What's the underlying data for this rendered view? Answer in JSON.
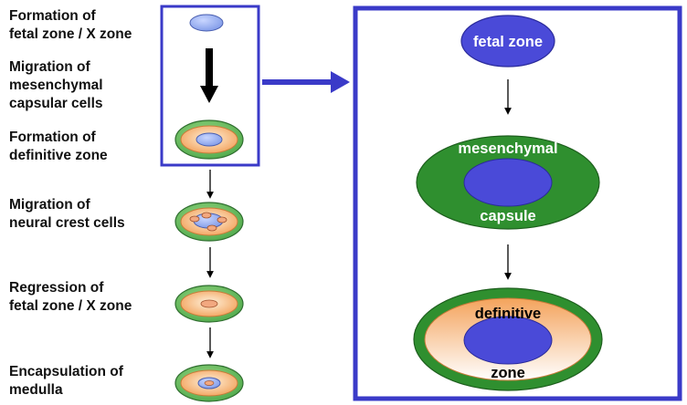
{
  "steps": [
    {
      "label": "Formation of\nfetal zone / X zone",
      "icon": "fetal-zone-cell"
    },
    {
      "label": "Migration of\nmesenchymal\ncapsular cells",
      "icon": "migration-arrow"
    },
    {
      "label": "Formation of\ndefinitive zone",
      "icon": "definitive-zone-cell"
    },
    {
      "label": "Migration of\nneural crest cells",
      "icon": "neural-crest-cell"
    },
    {
      "label": "Regression of\nfetal zone / X zone",
      "icon": "regressed-cell"
    },
    {
      "label": "Encapsulation of\nmedulla",
      "icon": "encapsulated-medulla-cell"
    }
  ],
  "detail": {
    "fetal_zone": "fetal zone",
    "mesenchymal": "mesenchymal",
    "capsule": "capsule",
    "definitive": "definitive",
    "zone": "zone"
  },
  "colors": {
    "frame": "#3a3ac8",
    "fetal_blue": "#6b6ef0",
    "capsule_green": "#2e8b2e",
    "definitive_orange": "#f4a460",
    "arrow": "#000000"
  }
}
